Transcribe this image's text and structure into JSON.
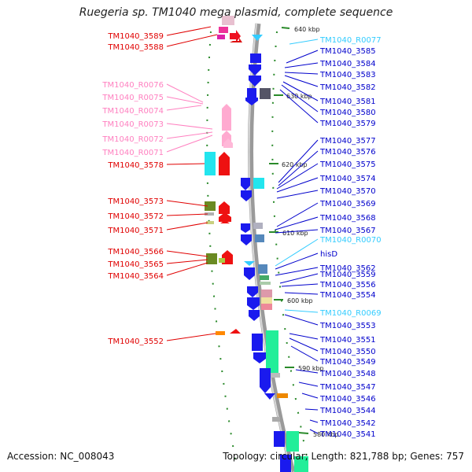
{
  "title": "Ruegeria sp. TM1040 mega plasmid, complete sequence",
  "footer": {
    "accession": "Accession: NC_008043",
    "summary": "Topology: circular; Length: 821,788 bp; Genes: 757"
  },
  "colors": {
    "left_label": "#e00000",
    "left_rna_label": "#ff80c0",
    "right_label": "#0000cc",
    "right_rna_label": "#33ccff",
    "backbone": "#888888",
    "tick": "#2a8a2a"
  },
  "kbp_ticks": [
    "640 kbp",
    "630 kbp",
    "620 kbp",
    "610 kbp",
    "600 kbp",
    "590 kbp",
    "580 kbp"
  ],
  "left_labels": [
    {
      "text": "TM1040_3589",
      "kind": "cds"
    },
    {
      "text": "TM1040_3588",
      "kind": "cds"
    },
    {
      "text": "TM1040_R0076",
      "kind": "rna"
    },
    {
      "text": "TM1040_R0075",
      "kind": "rna"
    },
    {
      "text": "TM1040_R0074",
      "kind": "rna"
    },
    {
      "text": "TM1040_R0073",
      "kind": "rna"
    },
    {
      "text": "TM1040_R0072",
      "kind": "rna"
    },
    {
      "text": "TM1040_R0071",
      "kind": "rna"
    },
    {
      "text": "TM1040_3578",
      "kind": "cds"
    },
    {
      "text": "TM1040_3573",
      "kind": "cds"
    },
    {
      "text": "TM1040_3572",
      "kind": "cds"
    },
    {
      "text": "TM1040_3571",
      "kind": "cds"
    },
    {
      "text": "TM1040_3566",
      "kind": "cds"
    },
    {
      "text": "TM1040_3565",
      "kind": "cds"
    },
    {
      "text": "TM1040_3564",
      "kind": "cds"
    },
    {
      "text": "TM1040_3552",
      "kind": "cds"
    }
  ],
  "right_labels": [
    {
      "text": "TM1040_R0077",
      "kind": "rna"
    },
    {
      "text": "TM1040_3585",
      "kind": "cds"
    },
    {
      "text": "TM1040_3584",
      "kind": "cds"
    },
    {
      "text": "TM1040_3583",
      "kind": "cds"
    },
    {
      "text": "TM1040_3582",
      "kind": "cds"
    },
    {
      "text": "TM1040_3581",
      "kind": "cds"
    },
    {
      "text": "TM1040_3580",
      "kind": "cds"
    },
    {
      "text": "TM1040_3579",
      "kind": "cds"
    },
    {
      "text": "TM1040_3577",
      "kind": "cds"
    },
    {
      "text": "TM1040_3576",
      "kind": "cds"
    },
    {
      "text": "TM1040_3575",
      "kind": "cds"
    },
    {
      "text": "TM1040_3574",
      "kind": "cds"
    },
    {
      "text": "TM1040_3570",
      "kind": "cds"
    },
    {
      "text": "TM1040_3569",
      "kind": "cds"
    },
    {
      "text": "TM1040_3568",
      "kind": "cds"
    },
    {
      "text": "TM1040_3567",
      "kind": "cds"
    },
    {
      "text": "TM1040_R0070",
      "kind": "rna"
    },
    {
      "text": "hisD",
      "kind": "cds"
    },
    {
      "text": "TM1040_3562",
      "kind": "cds"
    },
    {
      "text": "TM1040_3559",
      "kind": "cds"
    },
    {
      "text": "TM1040_3556",
      "kind": "cds"
    },
    {
      "text": "TM1040_3554",
      "kind": "cds"
    },
    {
      "text": "TM1040_R0069",
      "kind": "rna"
    },
    {
      "text": "TM1040_3553",
      "kind": "cds"
    },
    {
      "text": "TM1040_3551",
      "kind": "cds"
    },
    {
      "text": "TM1040_3550",
      "kind": "cds"
    },
    {
      "text": "TM1040_3549",
      "kind": "cds"
    },
    {
      "text": "TM1040_3548",
      "kind": "cds"
    },
    {
      "text": "TM1040_3547",
      "kind": "cds"
    },
    {
      "text": "TM1040_3546",
      "kind": "cds"
    },
    {
      "text": "TM1040_3544",
      "kind": "cds"
    },
    {
      "text": "TM1040_3542",
      "kind": "cds"
    },
    {
      "text": "TM1040_3541",
      "kind": "cds"
    }
  ]
}
